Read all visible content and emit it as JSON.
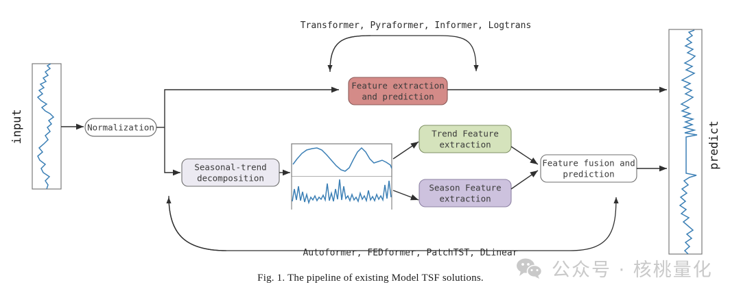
{
  "figure": {
    "caption": "Fig. 1.   The pipeline of existing Model TSF solutions."
  },
  "labels": {
    "input": "input",
    "predict": "predict",
    "top_models": "Transformer, Pyraformer, Informer, Logtrans",
    "bottom_models": "Autoformer, FEDformer, PatchTST, DLinear"
  },
  "nodes": {
    "normalization": {
      "line1": "Normalization",
      "line2": "",
      "color": "#ffffff"
    },
    "feature_extraction": {
      "line1": "Feature extraction",
      "line2": "and prediction",
      "color": "#d48b88"
    },
    "decomposition": {
      "line1": "Seasonal-trend",
      "line2": "decomposition",
      "color": "#eceaf2"
    },
    "trend_feature": {
      "line1": "Trend Feature",
      "line2": "extraction",
      "color": "#d5e3bc"
    },
    "season_feature": {
      "line1": "Season Feature",
      "line2": "extraction",
      "color": "#cdc2de"
    },
    "feature_fusion": {
      "line1": "Feature fusion and",
      "line2": "prediction",
      "color": "#ffffff"
    }
  },
  "watermark": {
    "text": "公众号 · 核桃量化",
    "icon": "wechat-icon",
    "color": "#c9c9c9"
  },
  "theme": {
    "line": "#2f2f2f",
    "series": "#3b7fb5",
    "text": "#3a3a3a"
  }
}
